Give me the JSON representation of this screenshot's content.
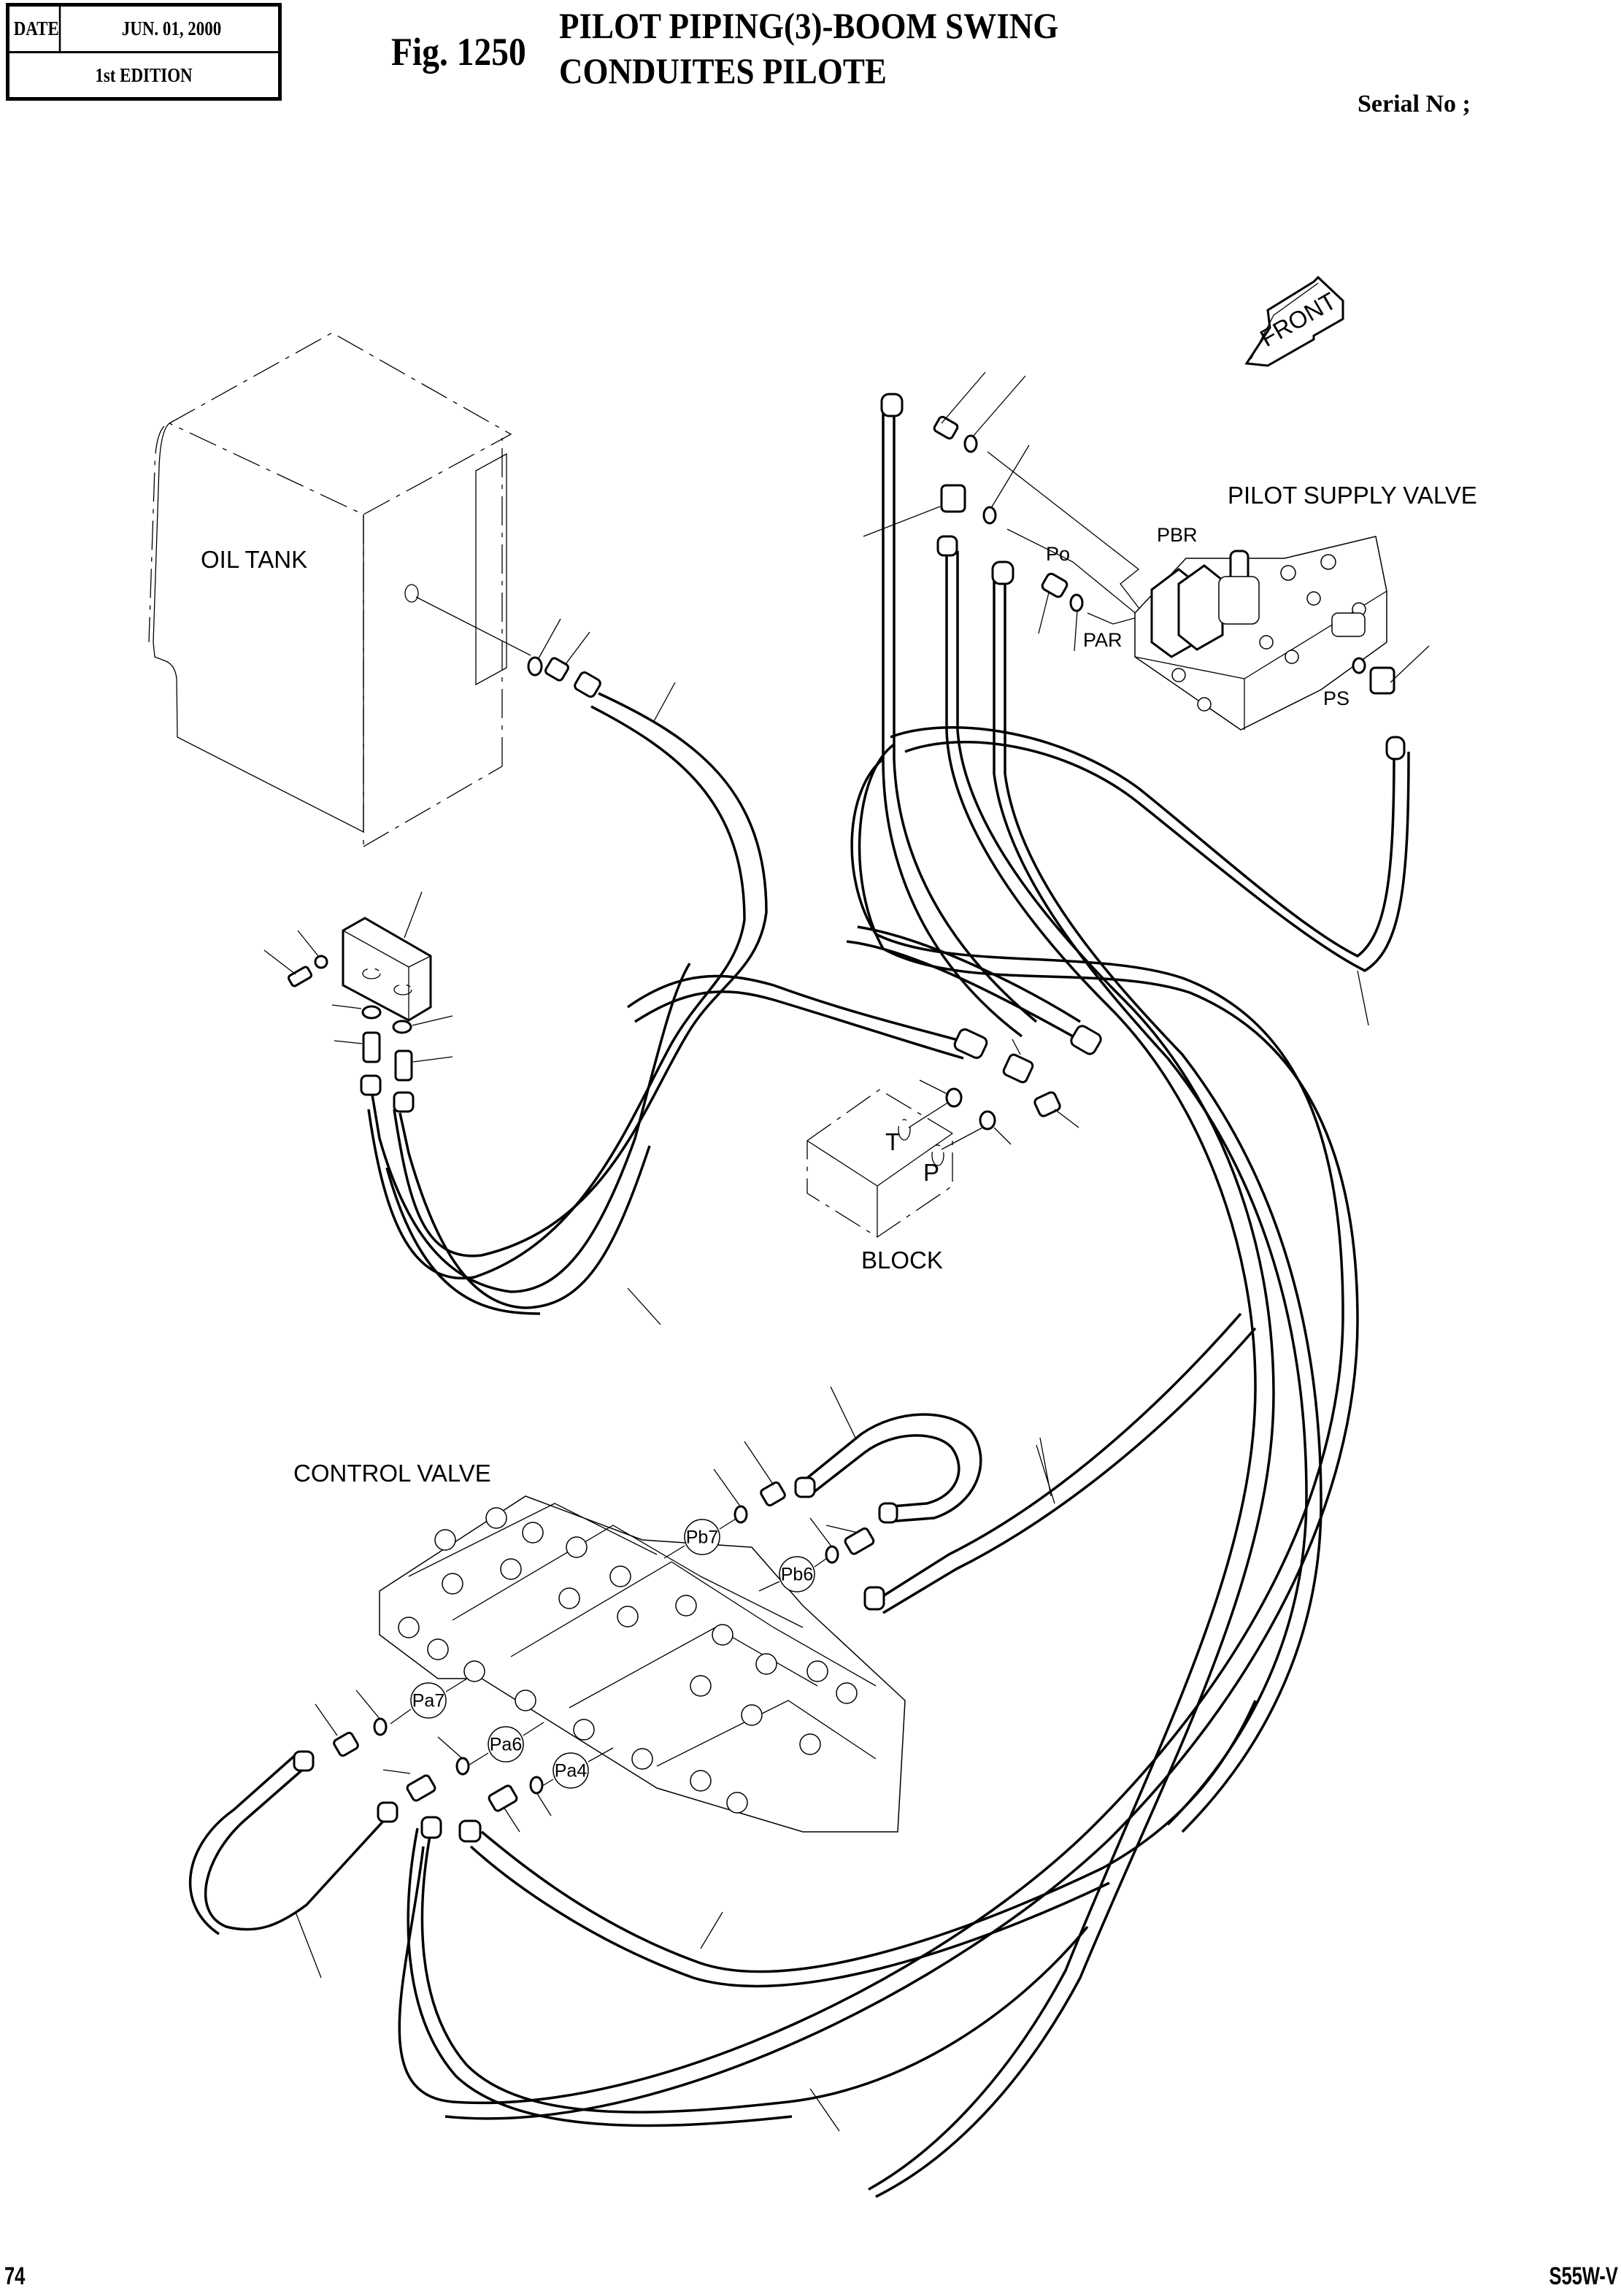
{
  "header": {
    "date_label": "DATE",
    "date_value": "JUN. 01, 2000",
    "edition": "1st EDITION",
    "figure_number": "Fig. 1250",
    "title_line1": "PILOT PIPING(3)-BOOM SWING",
    "title_line2": "CONDUITES PILOTE",
    "serial_label": "Serial No ;"
  },
  "diagram": {
    "orientation_arrow": "FRONT",
    "components": {
      "oil_tank": "OIL TANK",
      "pilot_supply_valve": "PILOT SUPPLY VALVE",
      "block": "BLOCK",
      "control_valve": "CONTROL VALVE"
    },
    "pilot_supply_ports": {
      "pbr": "PBR",
      "po": "Po",
      "par": "PAR",
      "ps": "PS"
    },
    "block_ports": {
      "t": "T",
      "p": "P"
    },
    "control_valve_ports": [
      "Pb7",
      "Pb6",
      "Pa7",
      "Pa6",
      "Pa4"
    ]
  },
  "footer": {
    "page_number": "74",
    "model": "S55W-V"
  }
}
